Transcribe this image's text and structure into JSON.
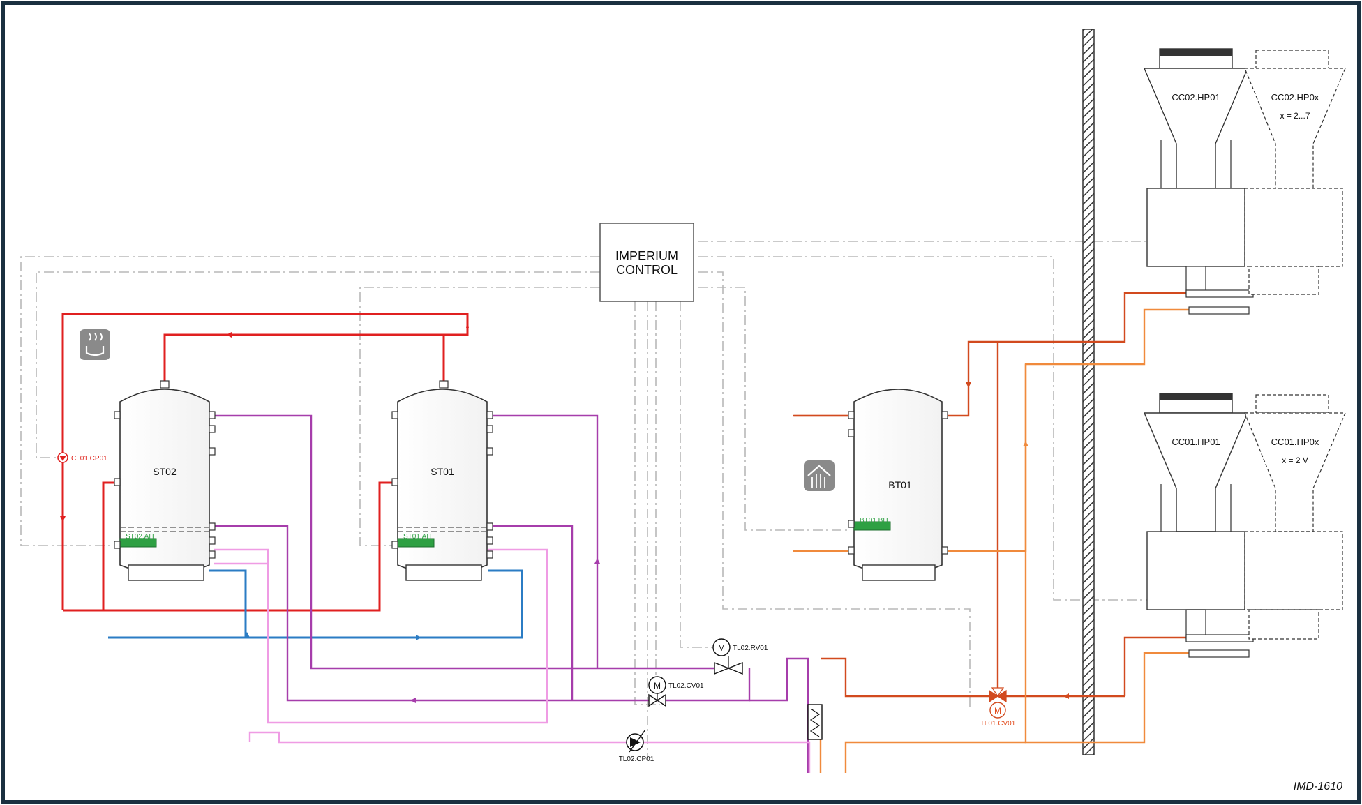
{
  "diagram_id": "IMD-1610",
  "controller": {
    "line1": "IMPERIUM",
    "line2": "CONTROL"
  },
  "tanks": {
    "st02": "ST02",
    "st01": "ST01",
    "bt01": "BT01"
  },
  "heaters": {
    "st02": "ST02.AH",
    "st01": "ST01.AH",
    "bt01": "BT01.BH"
  },
  "heat_pumps": {
    "cc02_main": "CC02.HP01",
    "cc02_multi": "CC02.HP0x",
    "cc02_range": "x = 2...7",
    "cc01_main": "CC01.HP01",
    "cc01_multi": "CC01.HP0x",
    "cc01_range": "x = 2 V"
  },
  "pumps": {
    "cl01": "CL01.CP01",
    "tl02": "TL02.CP01"
  },
  "valves": {
    "tl02_rv": "TL02.RV01",
    "tl02_cv": "TL02.CV01",
    "tl01_cv": "TL01.CV01"
  },
  "actuator_letter": "M",
  "colors": {
    "hot_supply": "#e02020",
    "cold_supply": "#2b7cc4",
    "primary_loop": "#a63dab",
    "secondary_loop": "#ef9ce4",
    "heat_pump_supply": "#d24a1e",
    "heat_pump_return": "#f08a3c",
    "control_line": "#b8b8b8",
    "frame": "#1a3040"
  },
  "icons": {
    "dhw": "dhw-icon",
    "space_heating": "space-heating-icon"
  }
}
